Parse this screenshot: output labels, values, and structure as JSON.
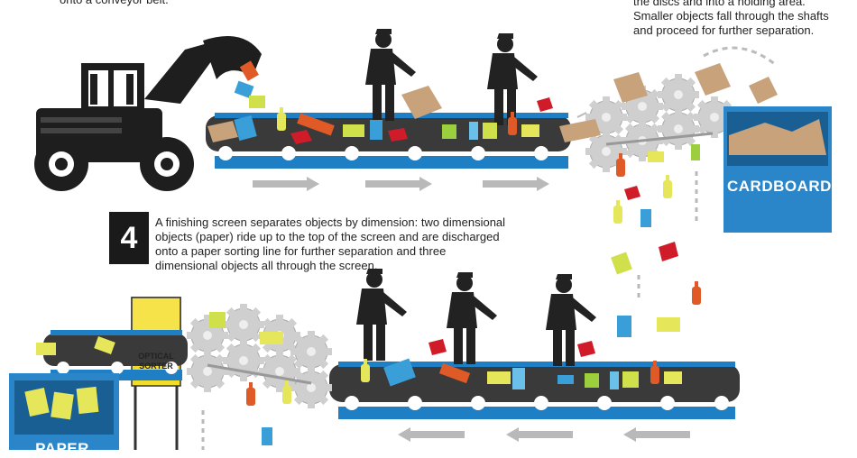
{
  "text": {
    "top_left": "onto a conveyor belt.",
    "top_right_lines": [
      "the discs and into a holding area.",
      "Smaller objects fall through the shafts",
      "and proceed for further separation."
    ],
    "step_number": "4",
    "step_lines": [
      "A finishing screen separates objects by dimension: two dimensional",
      "objects (paper) ride up to the top of the screen and are discharged",
      "onto a paper sorting line for further separation and three",
      "dimensional objects all through the screen."
    ]
  },
  "labels": {
    "cardboard": "CARDBOARD",
    "paper": "PAPER",
    "optical_sorter_line1": "OPTICAL",
    "optical_sorter_line2": "SORTER"
  },
  "colors": {
    "belt_blue": "#1f7fc4",
    "bin_blue": "#2a86c8",
    "dark": "#222222",
    "gear_gray": "#c9c9c9",
    "optical_yellow": "#f2dc2a",
    "arrow_gray": "#b9b9b9"
  },
  "icons": [
    "front-loader-icon",
    "worker-icon",
    "gear-screen-icon",
    "bin-icon",
    "bottle-icon",
    "can-icon",
    "cardboard-box-icon"
  ]
}
